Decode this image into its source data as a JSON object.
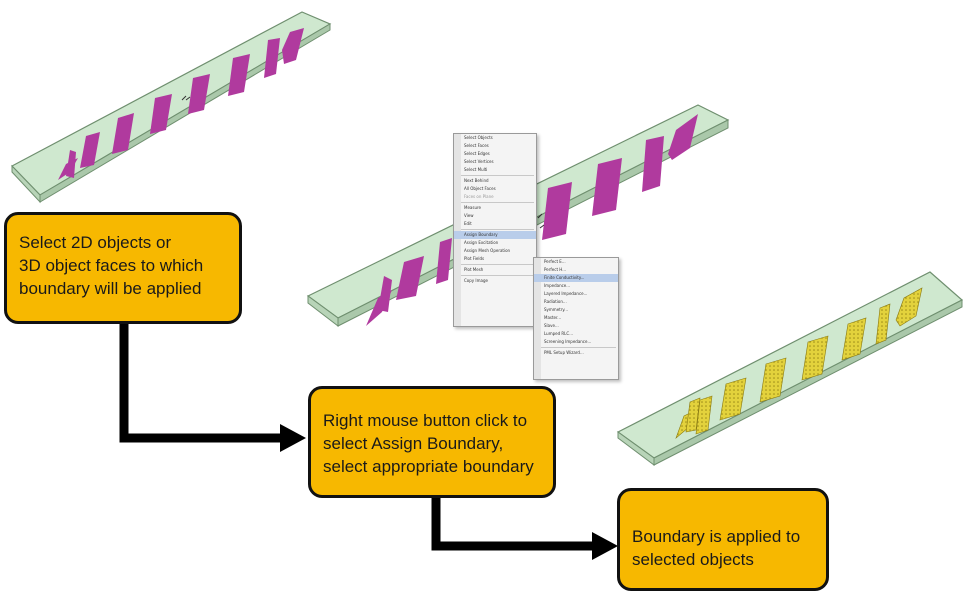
{
  "colors": {
    "box_fill": "#f7b800",
    "box_border": "#111111",
    "substrate_fill": "#cfe8cf",
    "substrate_edge": "#6f8f6f",
    "object_magenta": "#b03a9e",
    "object_yellow": "#e3d23c",
    "arrow": "#000000"
  },
  "steps": [
    {
      "lines": [
        "Select 2D objects or",
        "3D object faces to which",
        "boundary will be applied"
      ]
    },
    {
      "lines": [
        "Right mouse button click to",
        "select Assign Boundary,",
        "select appropriate boundary"
      ]
    },
    {
      "lines": [
        "Boundary is applied to",
        "selected objects"
      ]
    }
  ],
  "context_menu": {
    "items": [
      "Select Objects",
      "Select Faces",
      "Select Edges",
      "Select Vertices",
      "Select Multi",
      "Next Behind",
      "All Object Faces",
      "Faces on Plane",
      "Measure",
      "View",
      "Edit",
      "Assign Boundary",
      "Assign Excitation",
      "Assign Mesh Operation",
      "Plot Fields",
      "Plot Mesh",
      "Copy Image"
    ],
    "submenu": [
      "Perfect E...",
      "Perfect H...",
      "Finite Conductivity...",
      "Impedance...",
      "Layered Impedance...",
      "Radiation...",
      "Symmetry...",
      "Master...",
      "Slave...",
      "Lumped RLC...",
      "Screening Impedance...",
      "PML Setup Wizard..."
    ]
  }
}
